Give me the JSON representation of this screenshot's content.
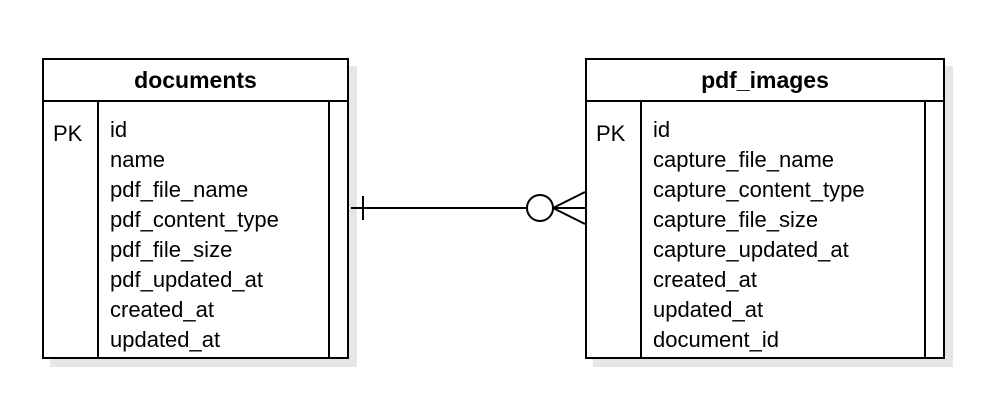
{
  "entities": {
    "documents": {
      "title": "documents",
      "key": "PK",
      "attributes": [
        "id",
        "name",
        "pdf_file_name",
        "pdf_content_type",
        "pdf_file_size",
        "pdf_updated_at",
        "created_at",
        "updated_at"
      ]
    },
    "pdf_images": {
      "title": "pdf_images",
      "key": "PK",
      "attributes": [
        "id",
        "capture_file_name",
        "capture_content_type",
        "capture_file_size",
        "capture_updated_at",
        "created_at",
        "updated_at",
        "document_id"
      ]
    }
  },
  "relationship": {
    "from": "documents",
    "to": "pdf_images",
    "from_cardinality": "one",
    "to_cardinality": "zero-or-many"
  }
}
